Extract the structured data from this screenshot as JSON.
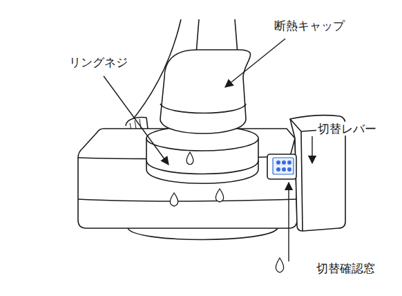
{
  "diagram": {
    "labels": [
      "断熱キャップ",
      "リングネジ",
      "切替レバー",
      "切替確認窓"
    ]
  }
}
